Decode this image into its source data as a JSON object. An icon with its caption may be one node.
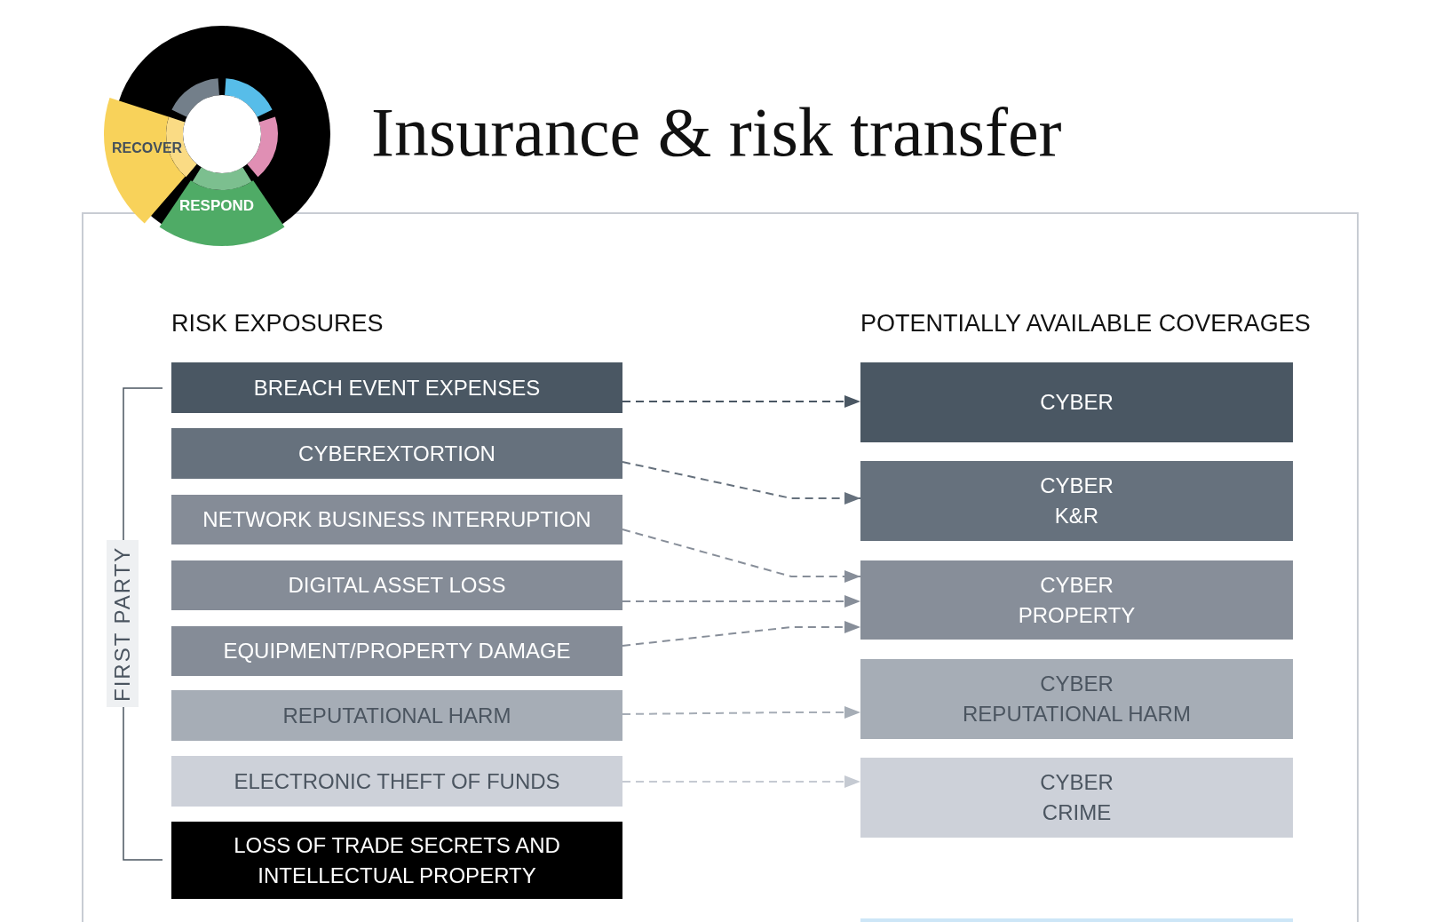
{
  "diagram": {
    "title": "Insurance & risk transfer",
    "nodes": [
      {
        "text": [
          "BREACH EVENT EXPENSES"
        ]
      },
      {
        "text": [
          "CYBEREXTORTION"
        ]
      },
      {
        "text": [
          "NETWORK BUSINESS INTERRUPTION"
        ]
      },
      {
        "text": [
          "DIGITAL ASSET LOSS"
        ]
      },
      {
        "text": [
          "EQUIPMENT/PROPERTY DAMAGE"
        ]
      },
      {
        "text": [
          "REPUTATIONAL HARM"
        ]
      },
      {
        "text": [
          "ELECTRONIC THEFT OF FUNDS"
        ]
      },
      {
        "text": [
          "LOSS OF TRADE SECRETS AND INTELLECTUAL PROPERTY"
        ]
      },
      {
        "text": [
          "CYBER"
        ]
      },
      {
        "text": [
          "CYBER K&R"
        ]
      },
      {
        "text": [
          "CYBER PROPERTY"
        ]
      },
      {
        "text": [
          "CYBER REPUTATIONAL HARM"
        ]
      },
      {
        "text": [
          "CYBER CRIME"
        ]
      },
      {
        "text": [],
        "shape": "bar"
      }
    ],
    "edges": [
      {
        "from": 0,
        "to": 8,
        "arrow": "to",
        "style": "dashed",
        "color": "#4a5763"
      },
      {
        "from": 1,
        "to": 9,
        "arrow": "to",
        "style": "dashed",
        "color": "#66717d"
      },
      {
        "from": 2,
        "to": 10,
        "arrow": "to",
        "style": "dashed"
      },
      {
        "from": 3,
        "to": 10,
        "arrow": "to",
        "style": "dashed"
      },
      {
        "from": 4,
        "to": 10,
        "arrow": "to",
        "style": "dashed"
      },
      {
        "from": 5,
        "to": 11,
        "arrow": "to",
        "style": "dashed",
        "color": "#a6adb6"
      },
      {
        "from": 6,
        "to": 12,
        "arrow": "to",
        "style": "dashed",
        "color": "#c5cad2"
      }
    ],
    "labels": [
      "RECOVER",
      "RESPOND",
      "RISK EXPOSURES",
      "POTENTIALLY AVAILABLE COVERAGES",
      "FIRST PARTY"
    ]
  }
}
